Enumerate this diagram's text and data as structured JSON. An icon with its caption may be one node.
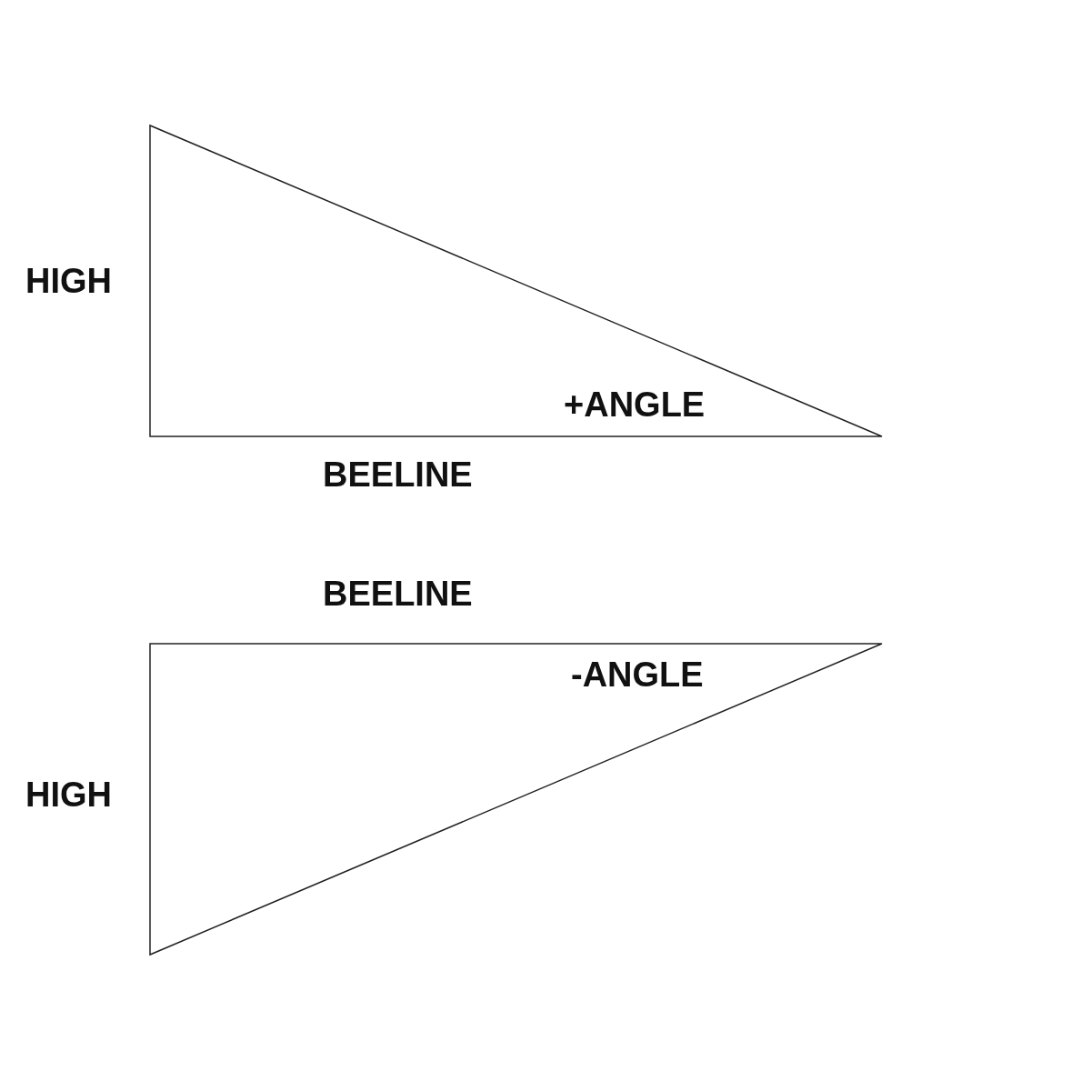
{
  "diagram": {
    "nodes": [
      {
        "text": [
          "+ANGLE"
        ],
        "beside": [
          "HIGH",
          "BEELINE"
        ]
      },
      {
        "text": [
          "-ANGLE"
        ],
        "beside": [
          "BEELINE",
          "HIGH"
        ]
      }
    ]
  }
}
